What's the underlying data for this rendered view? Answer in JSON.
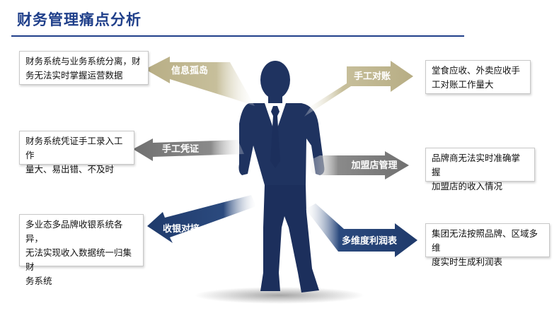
{
  "title": "财务管理痛点分析",
  "colors": {
    "accent": "#1f3f8a",
    "tan": "#c7bf9b",
    "gray": "#808080",
    "navy": "#1f3a6b"
  },
  "left": [
    {
      "arrow": "信息孤岛",
      "lines": [
        "财务系统与业务系统分离，财",
        "务无法实时掌握运营数据"
      ]
    },
    {
      "arrow": "手工凭证",
      "lines": [
        "财务系统凭证手工录入工作",
        "量大、易出错、不及时"
      ]
    },
    {
      "arrow": "收银对接",
      "lines": [
        "多业态多品牌收银系统各异，",
        "无法实现收入数据统一归集财",
        "务系统"
      ]
    }
  ],
  "right": [
    {
      "arrow": "手工对账",
      "lines": [
        "堂食应收、外卖应收手",
        "工对账工作量大"
      ]
    },
    {
      "arrow": "加盟店管理",
      "lines": [
        "品牌商无法实时准确掌握",
        "加盟店的收入情况"
      ]
    },
    {
      "arrow": "多维度利润表",
      "lines": [
        "集团无法按照品牌、区域多维",
        "度实时生成利润表"
      ]
    }
  ]
}
